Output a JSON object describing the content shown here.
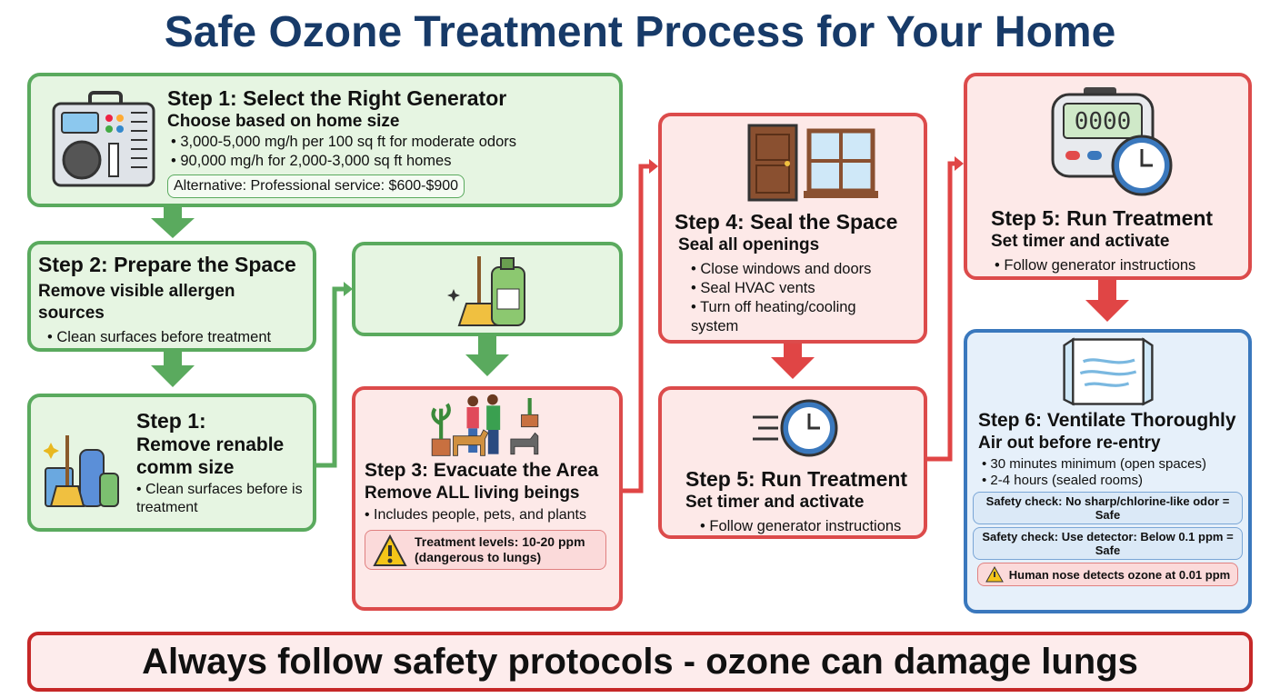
{
  "title": "Safe Ozone Treatment Process for Your Home",
  "colors": {
    "green": "#5aaa5e",
    "red": "#dc4b4b",
    "blue": "#3a78bd",
    "title": "#173a68"
  },
  "step1": {
    "heading": "Step 1: Select the Right Generator",
    "sub": "Choose based on home size",
    "bullets": [
      "3,000-5,000 mg/h per 100 sq ft for moderate odors",
      "90,000 mg/h for 2,000-3,000 sq ft homes"
    ],
    "note": "Alternative: Professional service: $600-$900",
    "icon": "ozone-generator-icon"
  },
  "step2": {
    "heading": "Step 2: Prepare the Space",
    "sub": "Remove visible allergen sources",
    "bullets": [
      "Clean surfaces before treatment"
    ]
  },
  "step1b": {
    "heading": "Step 1:",
    "sub": "Remove renable comm size",
    "bullets": [
      "Clean surfaces before is treatment"
    ],
    "icon": "cleaning-supplies-icon"
  },
  "cleaning": {
    "icon": "broom-cleaner-icon"
  },
  "step3": {
    "heading": "Step 3: Evacuate the Area",
    "sub": "Remove ALL living beings",
    "bullets": [
      "Includes people, pets, and plants"
    ],
    "warning": "Treatment levels: 10-20 ppm (dangerous to lungs)",
    "icon": "people-pets-plants-icon"
  },
  "step4": {
    "heading": "Step 4: Seal the Space",
    "sub": "Seal all openings",
    "bullets": [
      "Close windows and doors",
      "Seal HVAC vents",
      "Turn off heating/cooling system"
    ],
    "icon": "door-window-icon"
  },
  "step5a": {
    "heading": "Step 5: Run Treatment",
    "sub": "Set timer and activate",
    "bullets": [
      "Follow generator instructions"
    ],
    "icon": "clock-icon"
  },
  "step5b": {
    "heading": "Step 5: Run Treatment",
    "sub": "Set timer and activate",
    "bullets": [
      "Follow generator instructions"
    ],
    "timer_display": "0000",
    "icon": "timer-icon"
  },
  "step6": {
    "heading": "Step 6: Ventilate Thoroughly",
    "sub": "Air out before re-entry",
    "bullets": [
      "30 minutes minimum (open spaces)",
      "2-4 hours (sealed rooms)"
    ],
    "checks": [
      "Safety check: No sharp/chlorine-like odor = Safe",
      "Safety check: Use detector: Below 0.1 ppm = Safe"
    ],
    "warning": "Human nose detects ozone at 0.01 ppm",
    "icon": "open-window-icon"
  },
  "footer": "Always follow safety protocols - ozone can damage lungs"
}
